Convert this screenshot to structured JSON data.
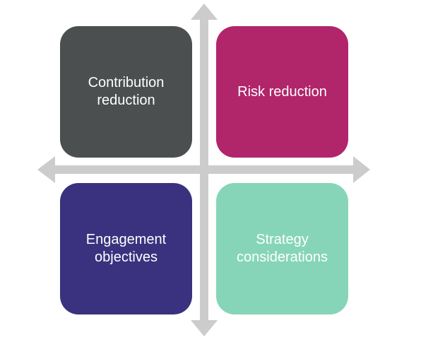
{
  "diagram": {
    "type": "quadrant",
    "axis_color": "#cccccc",
    "quadrants": [
      {
        "id": "top-left",
        "label_line1": "Contribution",
        "label_line2": "reduction",
        "color": "#4b4f50"
      },
      {
        "id": "top-right",
        "label_line1": "Risk reduction",
        "label_line2": "",
        "color": "#b1256b"
      },
      {
        "id": "bottom-left",
        "label_line1": "Engagement",
        "label_line2": "objectives",
        "color": "#3a327e"
      },
      {
        "id": "bottom-right",
        "label_line1": "Strategy",
        "label_line2": "considerations",
        "color": "#87d5b9"
      }
    ]
  }
}
